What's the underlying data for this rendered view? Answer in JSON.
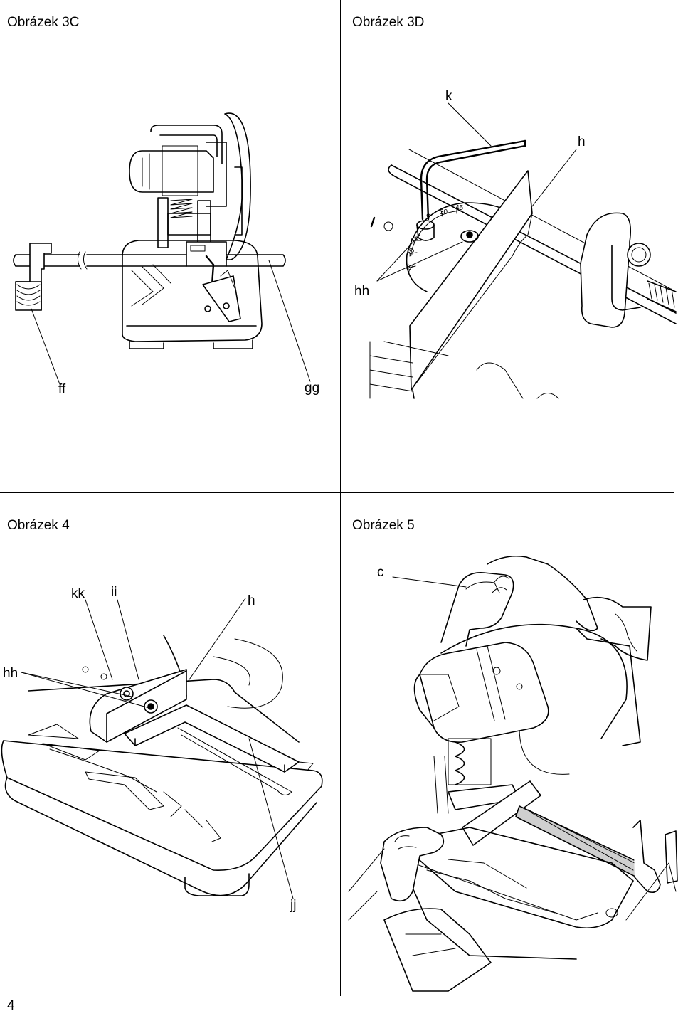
{
  "figures": {
    "fig3c": {
      "title": "Obrázek 3C",
      "labels": {
        "ff": "ff",
        "gg": "gg"
      }
    },
    "fig3d": {
      "title": "Obrázek 3D",
      "labels": {
        "k": "k",
        "h": "h",
        "hh": "hh"
      },
      "scale_marks": [
        "45",
        "30",
        "15",
        "0",
        "15",
        "30",
        "45"
      ]
    },
    "fig4": {
      "title": "Obrázek 4",
      "labels": {
        "kk": "kk",
        "ii": "ii",
        "h": "h",
        "hh": "hh",
        "jj": "jj"
      }
    },
    "fig5": {
      "title": "Obrázek 5",
      "labels": {
        "c": "c"
      }
    }
  },
  "page_number": "4"
}
